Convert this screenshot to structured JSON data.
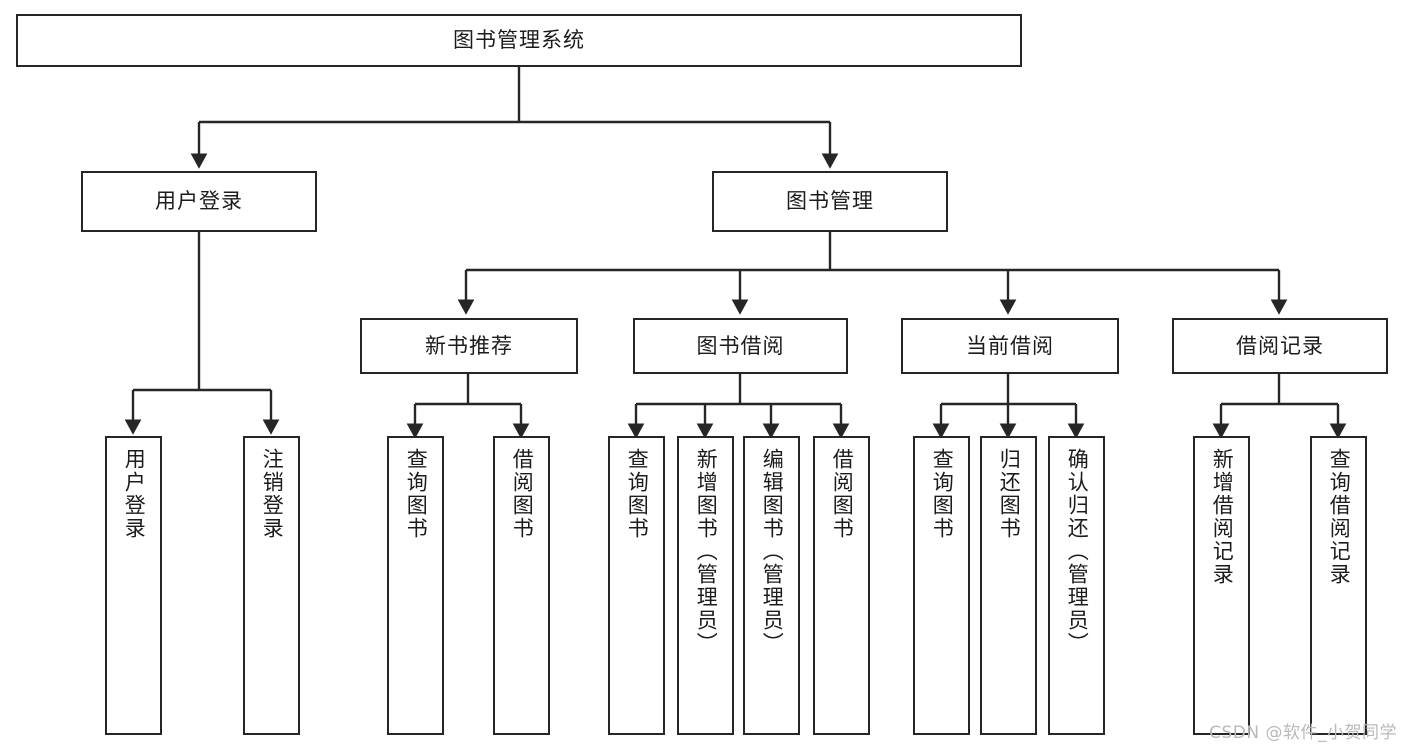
{
  "diagram": {
    "title": "图书管理系统",
    "type": "tree-hierarchy-chart",
    "root": {
      "label": "图书管理系统"
    },
    "level2": [
      {
        "label": "用户登录"
      },
      {
        "label": "图书管理"
      }
    ],
    "level3": [
      {
        "label": "新书推荐"
      },
      {
        "label": "图书借阅"
      },
      {
        "label": "当前借阅"
      },
      {
        "label": "借阅记录"
      }
    ],
    "leaves": {
      "user_login": [
        {
          "label": "用户登录"
        },
        {
          "label": "注销登录"
        }
      ],
      "new_book_recommend": [
        {
          "label": "查询图书"
        },
        {
          "label": "借阅图书"
        }
      ],
      "book_borrow": [
        {
          "label": "查询图书"
        },
        {
          "label": "新增图书（管理员）"
        },
        {
          "label": "编辑图书（管理员）"
        },
        {
          "label": "借阅图书"
        }
      ],
      "current_borrow": [
        {
          "label": "查询图书"
        },
        {
          "label": "归还图书"
        },
        {
          "label": "确认归还（管理员）"
        }
      ],
      "borrow_record": [
        {
          "label": "新增借阅记录"
        },
        {
          "label": "查询借阅记录"
        }
      ]
    }
  },
  "watermark": {
    "text": "CSDN @软件_小贺同学"
  },
  "colors": {
    "stroke": "#262626",
    "text": "#1c1c1c",
    "background": "#ffffff",
    "watermark": "#b9b9b9"
  }
}
